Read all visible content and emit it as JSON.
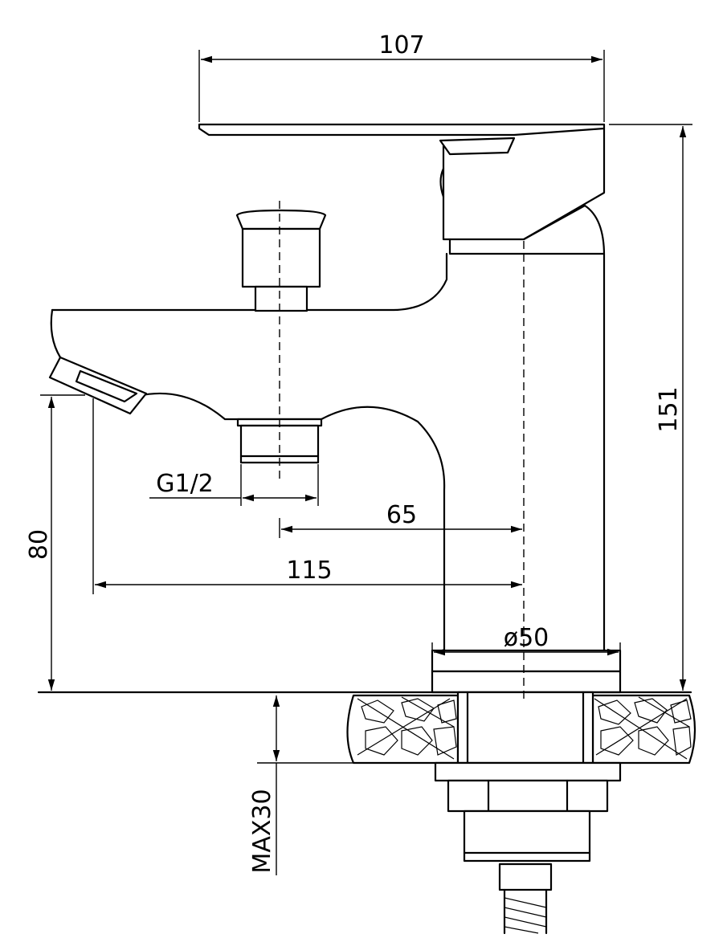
{
  "dimensions": {
    "overall_width": "107",
    "overall_height": "151",
    "spout_height": "80",
    "thread": "G1/2",
    "diverter_offset": "65",
    "spout_reach": "115",
    "base_diameter": "ø50",
    "max_deck_thickness": "MAX30"
  }
}
